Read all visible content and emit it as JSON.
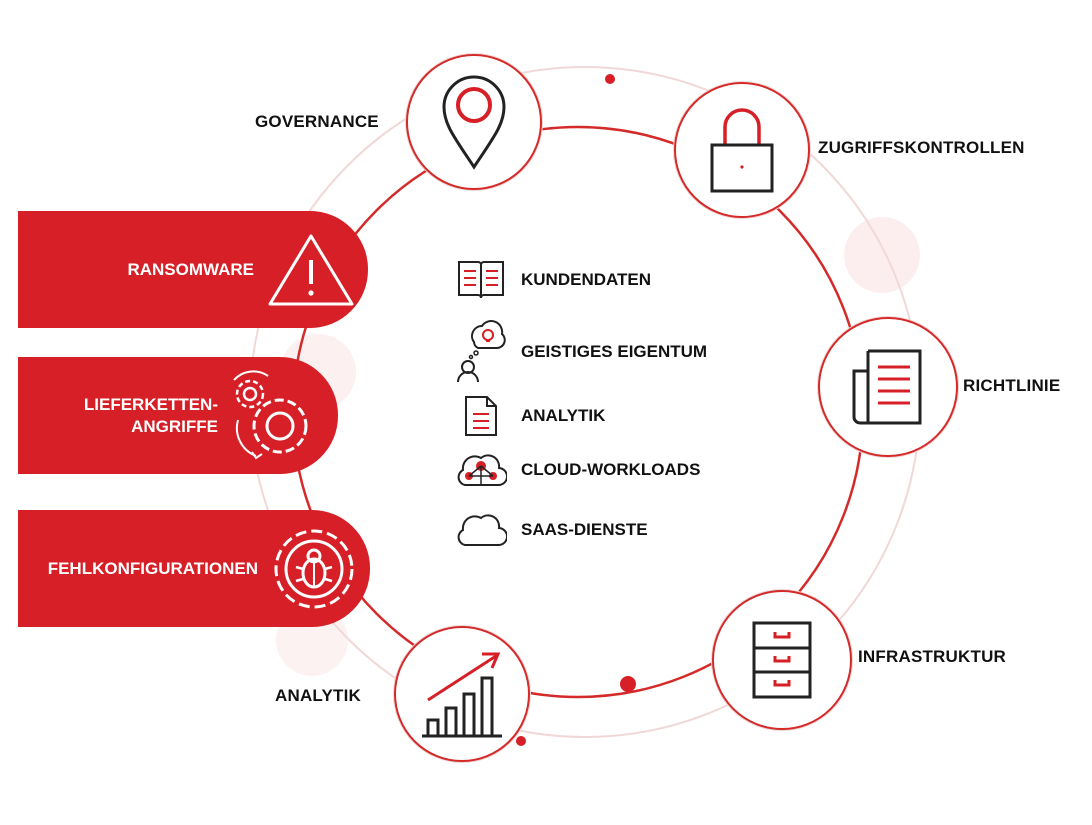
{
  "ring_nodes": {
    "governance": {
      "label": "GOVERNANCE",
      "icon": "location-pin-icon"
    },
    "access": {
      "label": "ZUGRIFFSKONTROLLEN",
      "icon": "padlock-icon"
    },
    "policy": {
      "label": "RICHTLINIE",
      "icon": "document-icon"
    },
    "infrastructure": {
      "label": "INFRASTRUKTUR",
      "icon": "filing-cabinet-icon"
    },
    "analytics": {
      "label": "ANALYTIK",
      "icon": "growth-chart-icon"
    }
  },
  "threats": {
    "ransomware": {
      "label": "RANSOMWARE",
      "icon": "warning-triangle-icon"
    },
    "supply_chain": {
      "label_line1": "LIEFERKETTEN-",
      "label_line2": "ANGRIFFE",
      "icon": "gears-icon"
    },
    "misconfig": {
      "label": "FEHLKONFIGURATIONEN",
      "icon": "bug-gear-icon"
    }
  },
  "center": {
    "customer_data": {
      "label": "KUNDENDATEN",
      "icon": "open-book-icon"
    },
    "ip": {
      "label": "GEISTIGES EIGENTUM",
      "icon": "idea-person-icon"
    },
    "analytics": {
      "label": "ANALYTIK",
      "icon": "report-icon"
    },
    "cloud_workloads": {
      "label": "CLOUD-WORKLOADS",
      "icon": "cloud-network-icon"
    },
    "saas": {
      "label": "SAAS-DIENSTE",
      "icon": "cloud-icon"
    }
  },
  "colors": {
    "accent": "#d61f26",
    "text": "#111111",
    "ring": "#d42a2a"
  }
}
